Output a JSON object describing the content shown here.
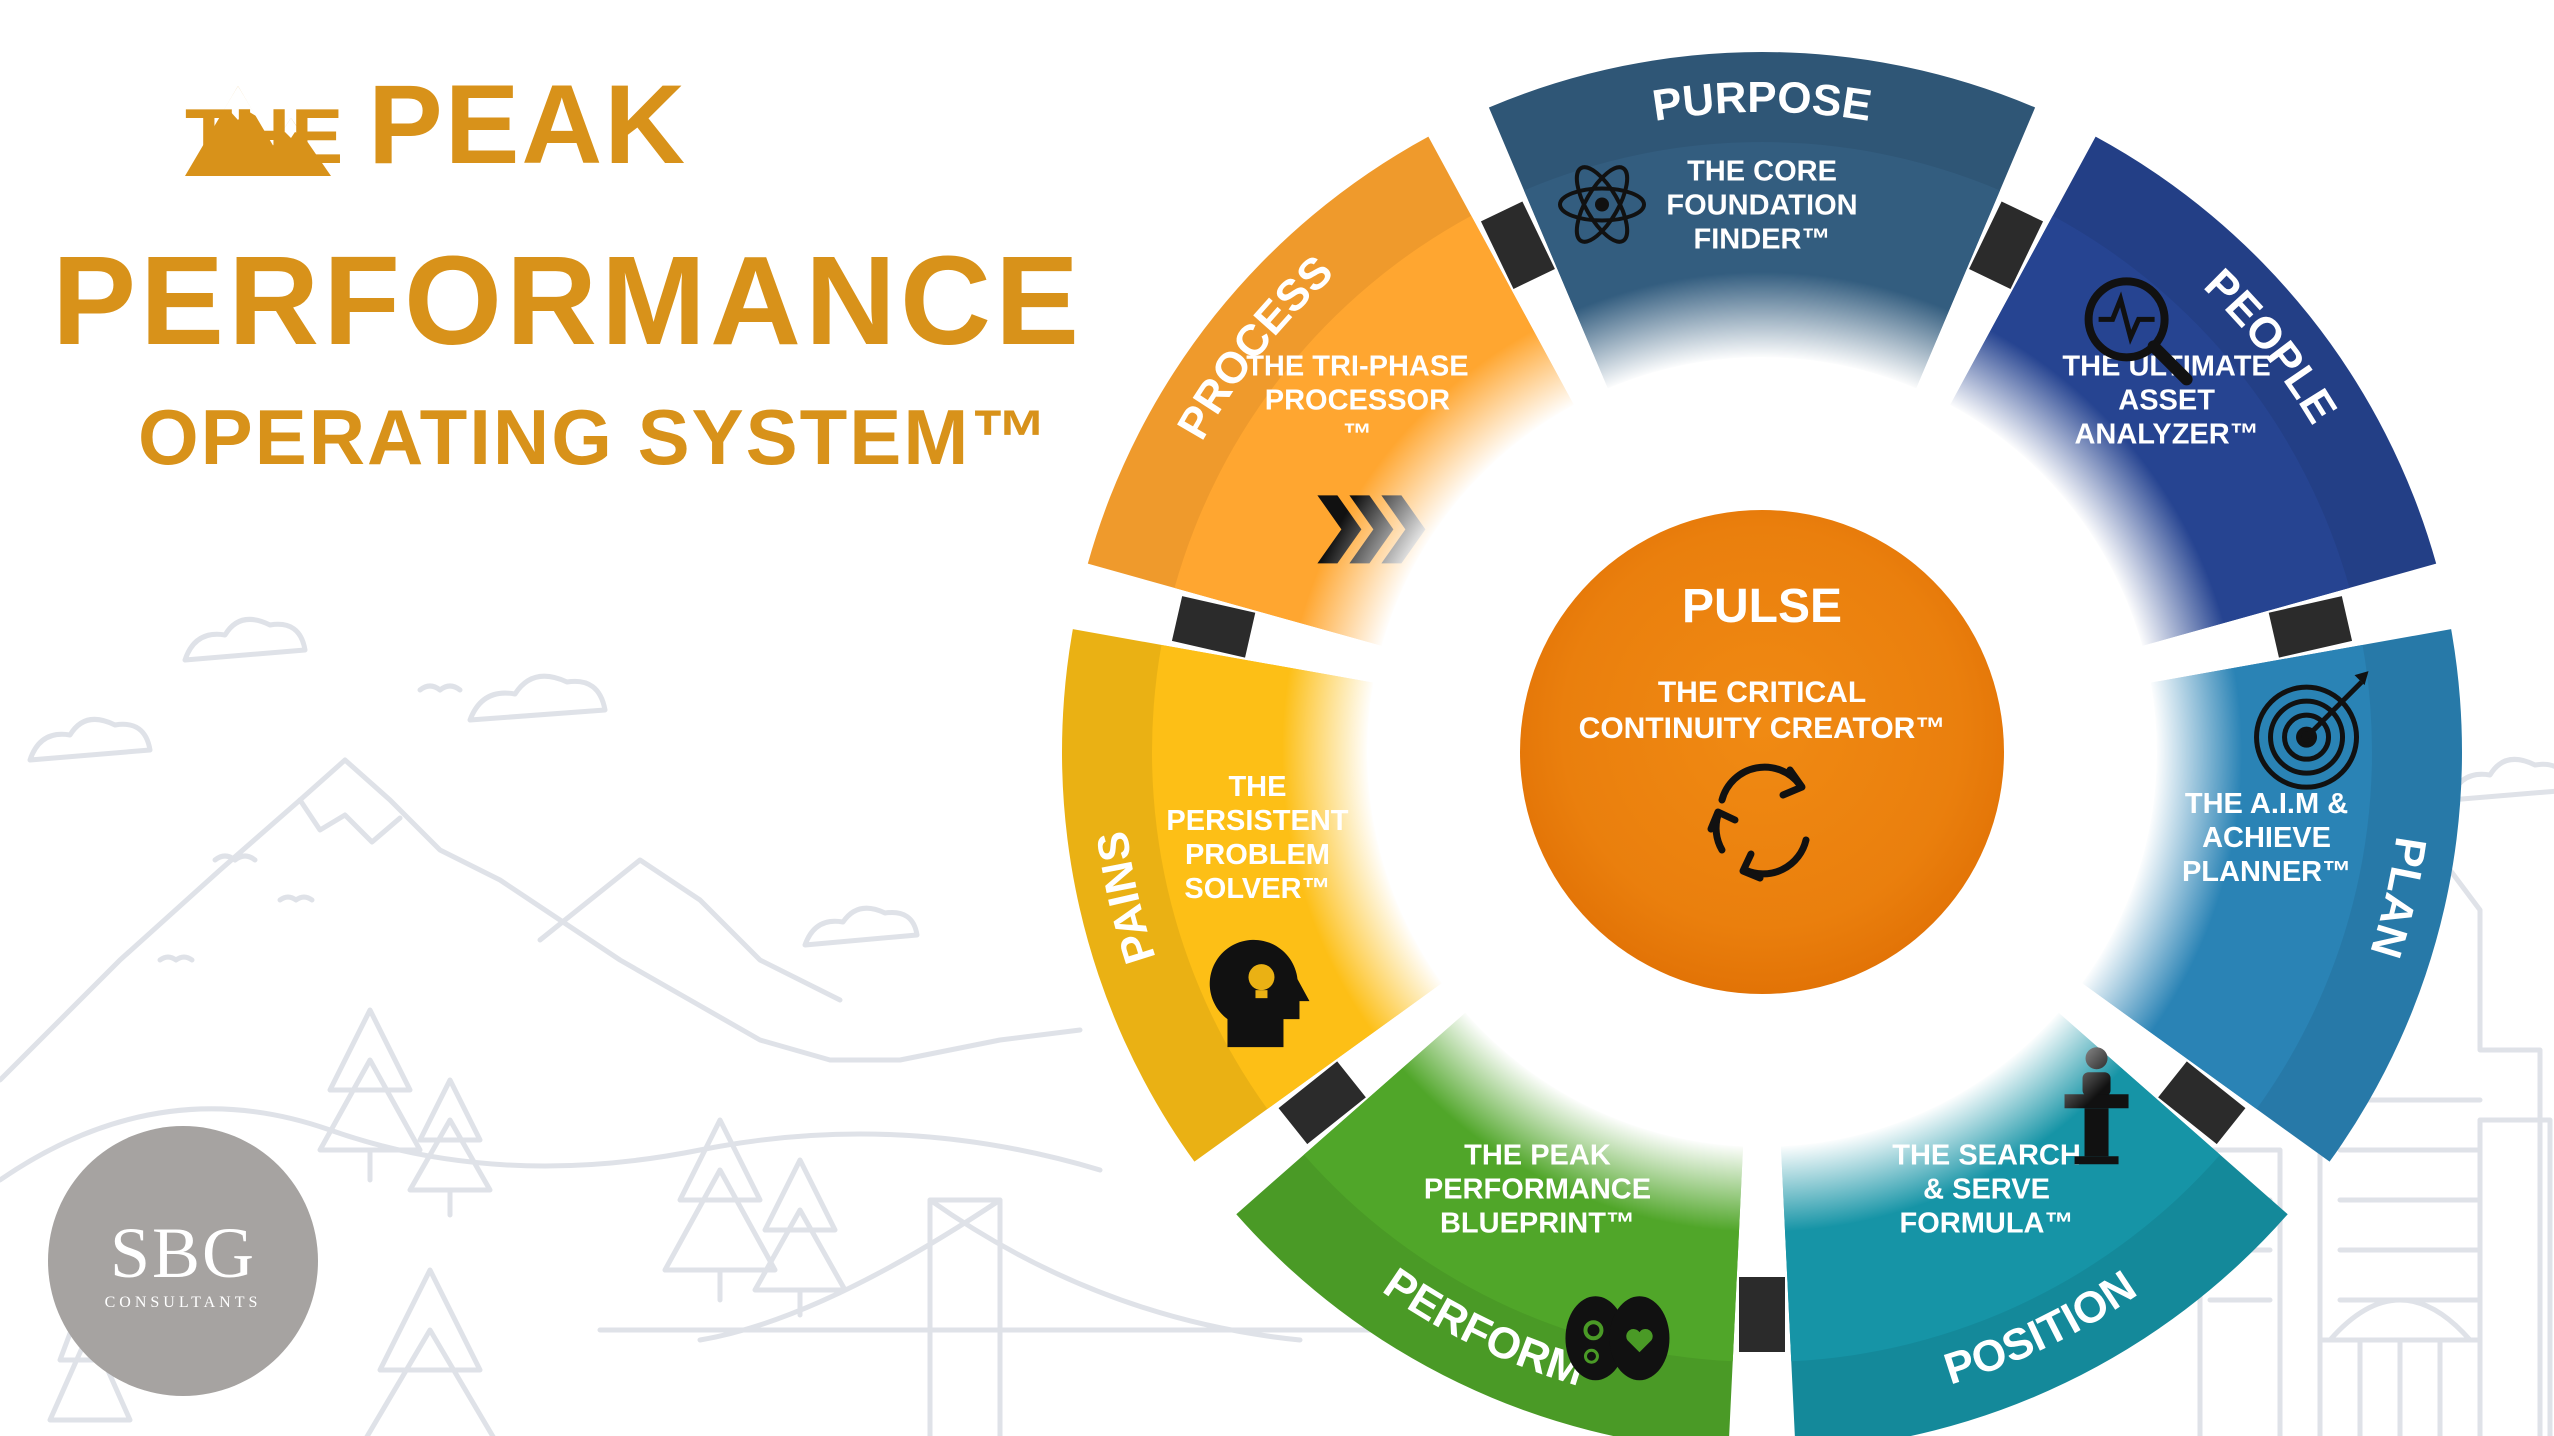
{
  "brand": {
    "title_the": "THE",
    "title_peak": "PEAK",
    "title_performance": "PERFORMANCE",
    "title_operating": "OPERATING SYSTEM™",
    "color": "#d8921a",
    "logo_icon": "mountain-icon"
  },
  "center": {
    "title": "PULSE",
    "subtitle_line1": "THE CRITICAL",
    "subtitle_line2": "CONTINUITY CREATOR™",
    "icon": "refresh-cycle-icon",
    "color": "#e9820f"
  },
  "segments": [
    {
      "id": "purpose",
      "label": "PURPOSE",
      "desc": [
        "THE CORE",
        "FOUNDATION",
        "FINDER™"
      ],
      "icon": "atom-icon",
      "color": "#2f5676"
    },
    {
      "id": "people",
      "label": "PEOPLE",
      "desc": [
        "THE ULTIMATE",
        "ASSET",
        "ANALYZER™"
      ],
      "icon": "magnifier-pulse-icon",
      "color": "#233f86"
    },
    {
      "id": "plan",
      "label": "PLAN",
      "desc": [
        "THE A.I.M &",
        "ACHIEVE",
        "PLANNER™"
      ],
      "icon": "target-icon",
      "color": "#2779a8"
    },
    {
      "id": "position",
      "label": "POSITION",
      "desc": [
        "THE SEARCH",
        "& SERVE",
        "FORMULA™"
      ],
      "icon": "podium-speaker-icon",
      "color": "#14899a"
    },
    {
      "id": "perform",
      "label": "PERFORM",
      "desc": [
        "THE PEAK",
        "PERFORMANCE",
        "BLUEPRINT™"
      ],
      "icon": "brain-gears-heart-icon",
      "color": "#4a9a26"
    },
    {
      "id": "pains",
      "label": "PAINS",
      "desc": [
        "THE",
        "PERSISTENT",
        "PROBLEM",
        "SOLVER™"
      ],
      "icon": "head-lightbulb-icon",
      "color": "#eab114"
    },
    {
      "id": "process",
      "label": "PROCESS",
      "desc": [
        "THE TRI-PHASE",
        "PROCESSOR",
        "™"
      ],
      "icon": "triple-chevron-icon",
      "color": "#ef9a2c"
    }
  ],
  "logo": {
    "name": "SBG",
    "sub": "CONSULTANTS"
  }
}
